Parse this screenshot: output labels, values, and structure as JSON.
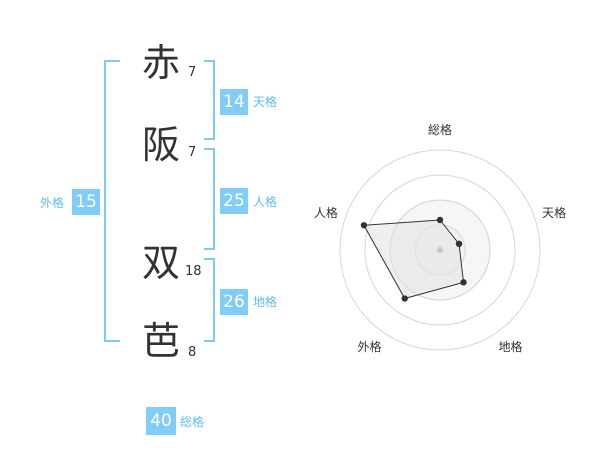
{
  "name": {
    "chars": [
      {
        "char": "赤",
        "strokes": "7"
      },
      {
        "char": "阪",
        "strokes": "7"
      },
      {
        "char": "双",
        "strokes": "18"
      },
      {
        "char": "芭",
        "strokes": "8"
      }
    ]
  },
  "grid": {
    "tenkaku": {
      "value": "14",
      "label": "天格"
    },
    "jinkaku": {
      "value": "25",
      "label": "人格"
    },
    "chikaku": {
      "value": "26",
      "label": "地格"
    },
    "gaikaku": {
      "value": "15",
      "label": "外格"
    },
    "soukaku": {
      "value": "40",
      "label": "総格"
    }
  },
  "colors": {
    "accent": "#81cdf7",
    "accent_label": "#5fbdf0",
    "text": "#333333",
    "radar_ring": "#d7d7d7",
    "radar_fill": "#eeeeee"
  },
  "chart_data": {
    "type": "radar",
    "axes": [
      "総格",
      "天格",
      "地格",
      "外格",
      "人格"
    ],
    "values": [
      0.3,
      0.2,
      0.4,
      0.6,
      0.8
    ],
    "range": [
      0,
      1
    ],
    "rings": 4,
    "title": ""
  }
}
